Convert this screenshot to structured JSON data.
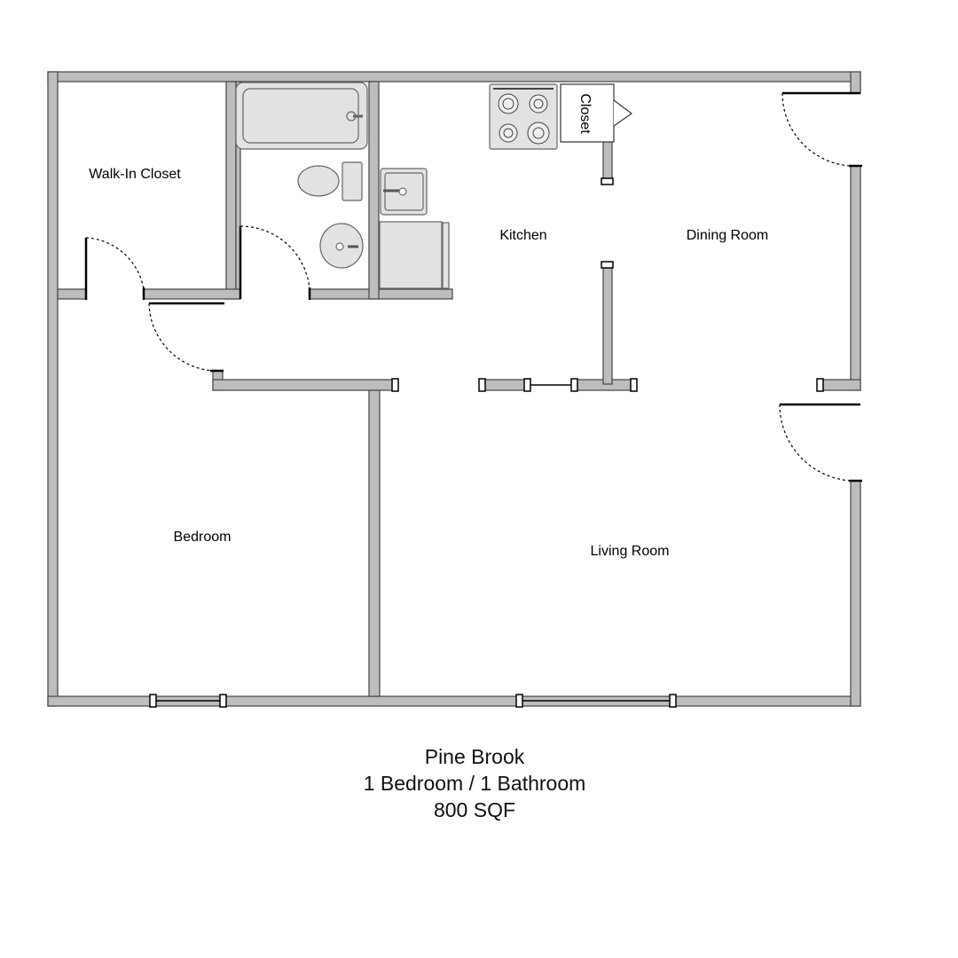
{
  "rooms": {
    "walk_in_closet": "Walk-In Closet",
    "kitchen": "Kitchen",
    "dining_room": "Dining Room",
    "bedroom": "Bedroom",
    "living_room": "Living Room",
    "closet": "Closet"
  },
  "caption": {
    "name": "Pine Brook",
    "layout": "1 Bedroom / 1 Bathroom",
    "area": "800 SQF"
  },
  "colors": {
    "wall": "#bdbdbd",
    "fixture": "#e2e2e2"
  }
}
